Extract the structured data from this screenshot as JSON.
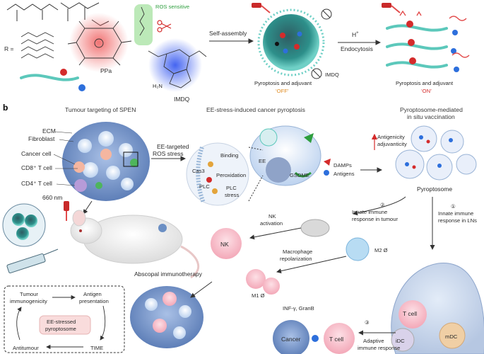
{
  "panel_b": "b",
  "section_a": {
    "r_label": "R =",
    "ros_label": "ROS sensitive",
    "ppa_label": "PPa",
    "imdq_label": "IMDQ",
    "h2n_label": "H₂N",
    "self_assembly": "Self-assembly",
    "h_plus": "H",
    "h_sup": "+",
    "endocytosis": "Endocytosis",
    "imdq_release": "IMDQ",
    "off_caption_1": "Pyroptosis and adjuvant",
    "off_caption_2": "‘OFF’",
    "on_caption_1": "Pyroptosis and adjuvant",
    "on_caption_2": "‘ON’"
  },
  "section_b": {
    "tumour_targeting_title": "Tumour targeting of SPEN",
    "ecm": "ECM",
    "fibroblast": "Fibroblast",
    "cancer_cell": "Cancer cell",
    "cd8": "CD8⁺ T cell",
    "cd4": "CD4⁺ T cell",
    "wavelength": "660 nm",
    "ee_targeted_1": "EE-targeted",
    "ee_targeted_2": "ROS stress",
    "ee_stress_title": "EE-stress-induced cancer pyroptosis",
    "binding": "Binding",
    "peroxidation": "Peroxidation",
    "cas3": "Cas3",
    "plc": "PLC",
    "plc_stress_1": "PLC",
    "plc_stress_2": "stress",
    "ee": "EE",
    "gsdme": "GSDME",
    "damps": "DAMPs",
    "antigens": "Antigens",
    "pyroptosome_title_1": "Pyroptosome-mediated",
    "pyroptosome_title_2": "in situ vaccination",
    "antigenicity": "Antigenicity",
    "adjuvanticity": "adjuvanticity",
    "pyroptosome": "Pyroptosome",
    "step2": "②",
    "innate_tumour_1": "Innate immune",
    "innate_tumour_2": "response in tumour",
    "step1": "①",
    "innate_ln_1": "Innate immune",
    "innate_ln_2": "response in LNs",
    "nk_activation_1": "NK",
    "nk_activation_2": "activation",
    "nk": "NK",
    "m2": "M2 Ø",
    "macrophage_1": "Macrophage",
    "macrophage_2": "repolarization",
    "m1": "M1 Ø",
    "abscopal": "Abscopal immunotherapy",
    "inf": "INF-γ, GranB",
    "step3": "③",
    "adaptive_1": "Adaptive",
    "adaptive_2": "immune response",
    "cancer": "Cancer",
    "t_cell": "T cell",
    "t_cell_ln": "T cell",
    "idc": "iDC",
    "mdc": "mDC",
    "loop_tumour_1": "Tumour",
    "loop_tumour_2": "immunogenicity",
    "loop_antigen_1": "Antigen",
    "loop_antigen_2": "presentation",
    "loop_center_1": "EE-stressed",
    "loop_center_2": "pyroptosome",
    "loop_antitumour": "Antitumour",
    "loop_time": "TIME"
  },
  "colors": {
    "green": "#2e9e3e",
    "orange": "#e08a1e",
    "red": "#d42b2b",
    "teal": "#3fa9a0",
    "tumour_blue": "#6b8fc4",
    "pink": "#f2b2c0"
  }
}
